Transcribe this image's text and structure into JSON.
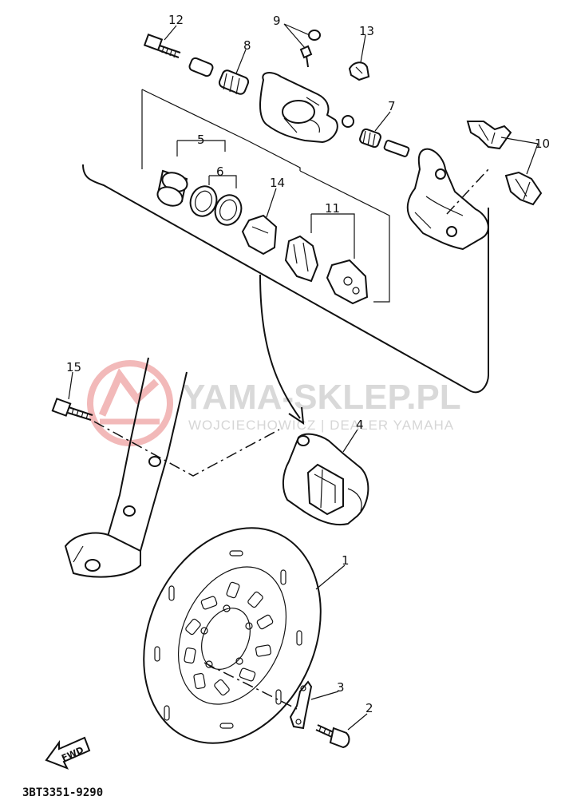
{
  "watermark": {
    "brand": "YAMA-SKLEP.PL",
    "tagline": "WOJCIECHOWICZ | DEALER YAMAHA",
    "logo_color": "#f2b9b9",
    "text_color": "#d9d9d9"
  },
  "diagram_code": "3BT3351-9290",
  "fwd_label": "FWD",
  "callouts": {
    "c1": "1",
    "c2": "2",
    "c3": "3",
    "c4": "4",
    "c5": "5",
    "c6": "6",
    "c7": "7",
    "c8": "8",
    "c9": "9",
    "c10": "10",
    "c11": "11",
    "c12": "12",
    "c13": "13",
    "c14": "14",
    "c15": "15"
  },
  "colors": {
    "ink": "#111111",
    "background": "#ffffff"
  }
}
